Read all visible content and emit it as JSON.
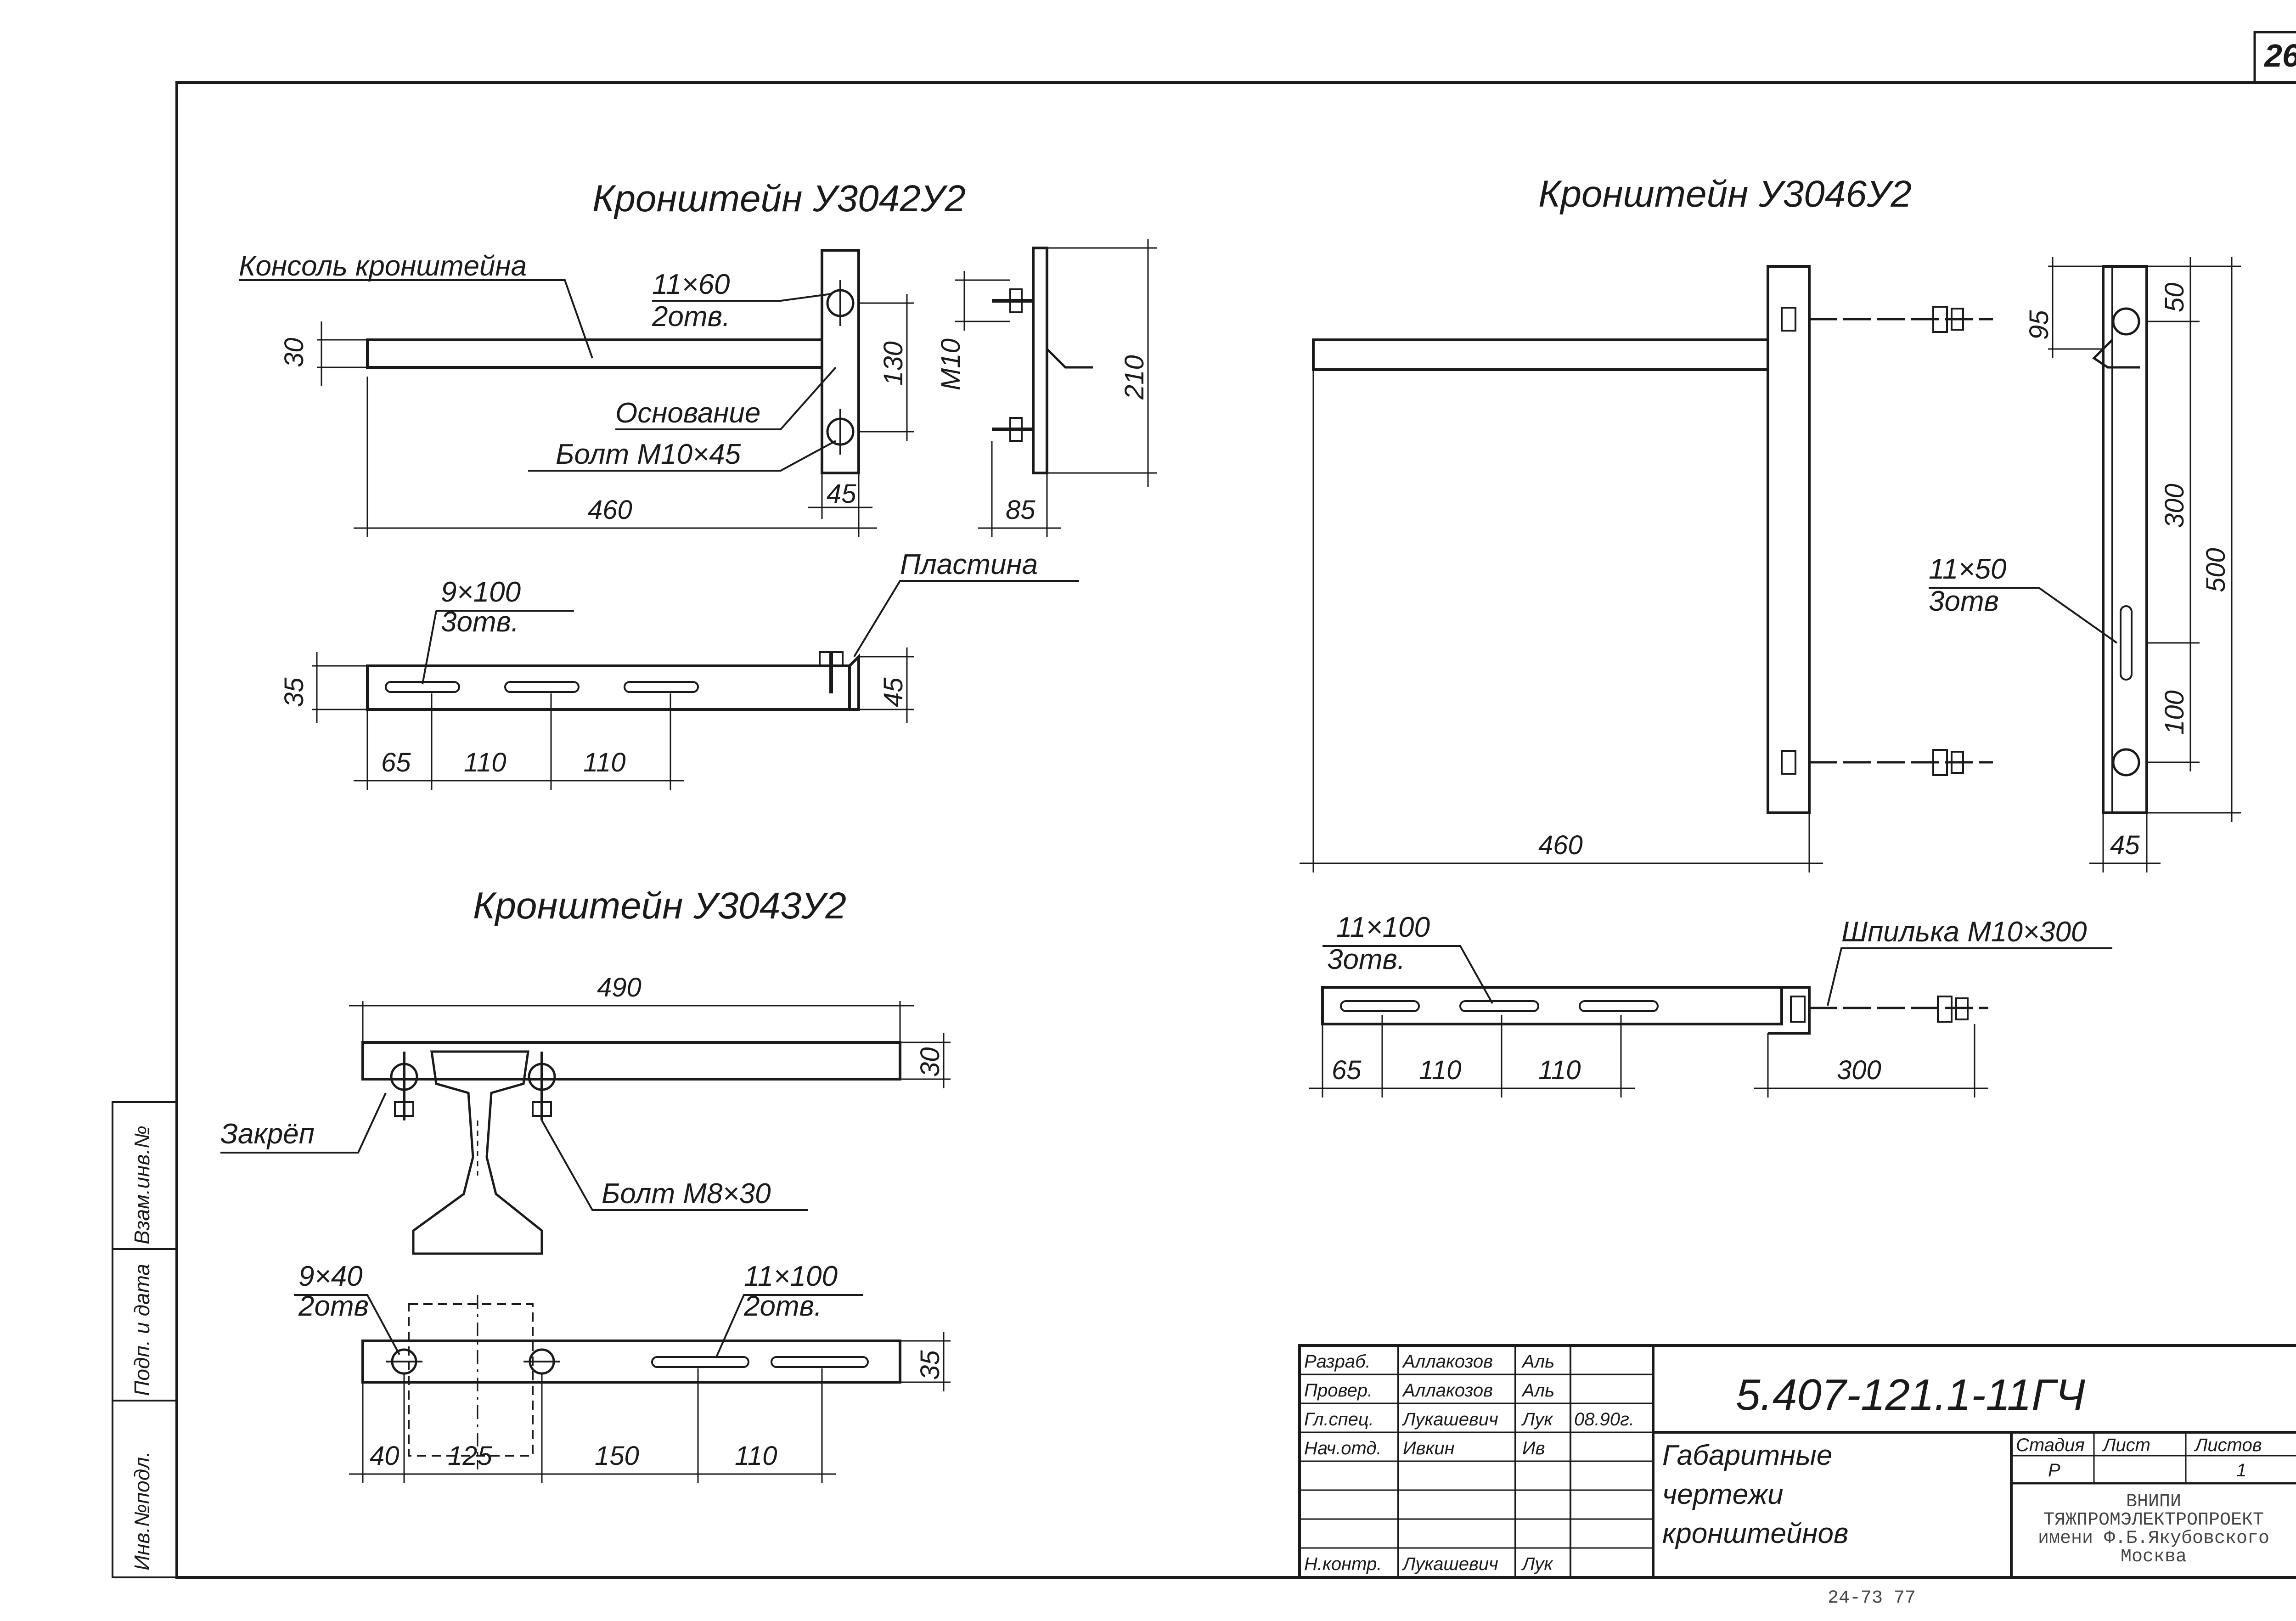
{
  "sheet_number": "26",
  "bracket_1": {
    "title": "Кронштейн У3042У2",
    "console_label": "Консоль кронштейна",
    "hole_label_1": "11×60",
    "hole_label_2": "2отв.",
    "base_label": "Основание",
    "bolt_label": "Болт М10×45",
    "dim_30": "30",
    "dim_130": "130",
    "dim_m10": "М10",
    "dim_210": "210",
    "dim_460": "460",
    "dim_45": "45",
    "dim_85": "85",
    "slot_label_1": "9×100",
    "slot_label_2": "3отв.",
    "plate_label": "Пластина",
    "dim_35": "35",
    "dim_45b": "45",
    "dim_65": "65",
    "dim_110a": "110",
    "dim_110b": "110"
  },
  "bracket_2": {
    "title": "Кронштейн У3043У2",
    "dim_490": "490",
    "dim_30": "30",
    "clamp_label": "Закрёп",
    "bolt_label": "Болт М8×30",
    "hole_label_1": "9×40",
    "hole_label_2": "2отв",
    "slot_label_1": "11×100",
    "slot_label_2": "2отв.",
    "dim_35": "35",
    "dim_40": "40",
    "dim_125": "125",
    "dim_150": "150",
    "dim_110": "110"
  },
  "bracket_3": {
    "title": "Кронштейн У3046У2",
    "dim_95": "95",
    "dim_50": "50",
    "dim_300": "300",
    "dim_500": "500",
    "dim_100": "100",
    "dim_45": "45",
    "dim_460": "460",
    "slot_label_1": "11×50",
    "slot_label_2": "3отв",
    "slot_label_b1": "11×100",
    "slot_label_b2": "3отв.",
    "stud_label": "Шпилька М10×300",
    "dim_65": "65",
    "dim_110a": "110",
    "dim_110b": "110",
    "dim_300b": "300"
  },
  "side_stamp": {
    "col1": "Инв.№подл.",
    "col2": "Подп. и дата",
    "col3": "Взам.инв.№"
  },
  "title_block": {
    "doc_number": "5.407-121.1-11ГЧ",
    "rows": [
      {
        "role": "Разраб.",
        "name": "Аллакозов",
        "sign": "Аль",
        "date": ""
      },
      {
        "role": "Провер.",
        "name": "Аллакозов",
        "sign": "Аль",
        "date": ""
      },
      {
        "role": "Гл.спец.",
        "name": "Лукашевич",
        "sign": "Лук",
        "date": "08.90г."
      },
      {
        "role": "Нач.отд.",
        "name": "Ивкин",
        "sign": "Ив",
        "date": ""
      },
      {
        "role": "",
        "name": "",
        "sign": "",
        "date": ""
      },
      {
        "role": "",
        "name": "",
        "sign": "",
        "date": ""
      },
      {
        "role": "",
        "name": "",
        "sign": "",
        "date": ""
      },
      {
        "role": "Н.контр.",
        "name": "Лукашевич",
        "sign": "Лук",
        "date": ""
      }
    ],
    "drawing_title_1": "Габаритные",
    "drawing_title_2": "чертежи",
    "drawing_title_3": "кронштейнов",
    "stage_header": "Стадия",
    "sheet_header": "Лист",
    "sheets_header": "Листов",
    "stage_value": "Р",
    "sheet_value": "",
    "sheets_value": "1",
    "org_1": "ВНИПИ",
    "org_2": "ТЯЖПРОМЭЛЕКТРОПРОЕКТ",
    "org_3": "имени Ф.Б.Якубовского",
    "org_4": "Москва"
  },
  "bottom_code": "24-73 77"
}
